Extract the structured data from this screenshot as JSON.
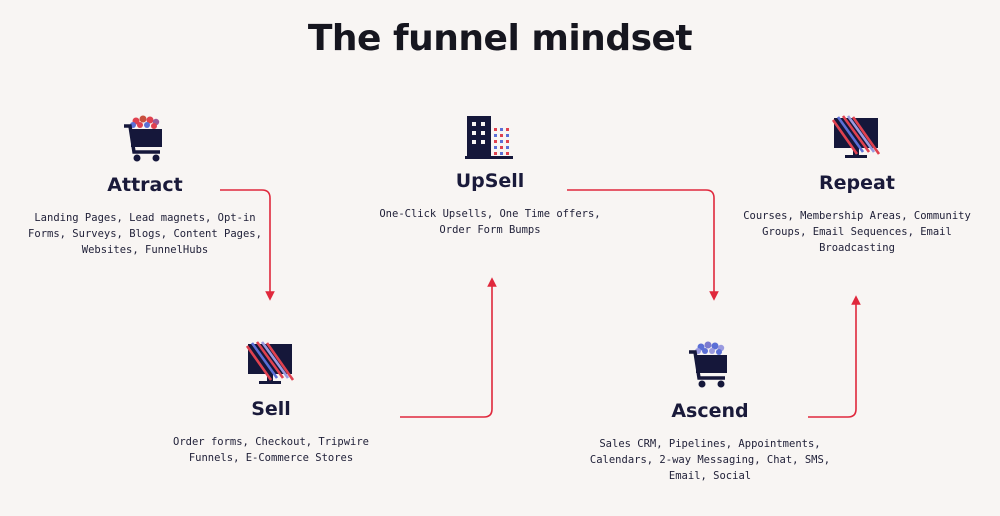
{
  "title": "The funnel mindset",
  "stages": {
    "attract": {
      "name": "Attract",
      "description": "Landing Pages, Lead magnets, Opt-in Forms, Surveys, Blogs, Content Pages, Websites, FunnelHubs",
      "icon": "cart-icon"
    },
    "sell": {
      "name": "Sell",
      "description": "Order forms, Checkout, Tripwire Funnels, E-Commerce Stores",
      "icon": "monitor-icon"
    },
    "upsell": {
      "name": "UpSell",
      "description": "One-Click Upsells, One Time offers, Order Form Bumps",
      "icon": "building-icon"
    },
    "ascend": {
      "name": "Ascend",
      "description": "Sales CRM, Pipelines, Appointments, Calendars, 2-way Messaging, Chat, SMS, Email, Social",
      "icon": "cart-icon"
    },
    "repeat": {
      "name": "Repeat",
      "description": "Courses, Membership Areas, Community Groups, Email Sequences, Email Broadcasting",
      "icon": "monitor-icon"
    }
  },
  "colors": {
    "arrow": "#e0283c",
    "icon": "#15173a",
    "accent_red": "#e0414f",
    "accent_blue": "#5b6fd6",
    "background": "#f8f5f3"
  }
}
